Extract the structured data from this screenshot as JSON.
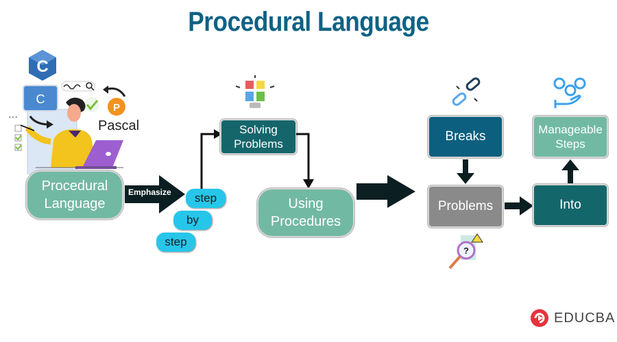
{
  "title": "Procedural Language",
  "illustration": {
    "cpp_logo": "C",
    "c_card": "C",
    "pascal_label": "Pascal"
  },
  "nodes": {
    "procedural_language": {
      "line1": "Procedural",
      "line2": "Language",
      "color": "#72b9a3"
    },
    "emphasize_arrow": "Emphasize",
    "step_pills": [
      "step",
      "by",
      "step"
    ],
    "solving_problems": {
      "line1": "Solving",
      "line2": "Problems",
      "color": "#15666b"
    },
    "using_procedures": {
      "line1": "Using",
      "line2": "Procedures",
      "color": "#72b9a3"
    },
    "breaks": {
      "label": "Breaks",
      "color": "#0c5f7e"
    },
    "problems": {
      "label": "Problems",
      "color": "#8a8a8a"
    },
    "into": {
      "label": "Into",
      "color": "#13676b"
    },
    "manageable_steps": {
      "line1": "Manageable",
      "line2": "Steps",
      "color": "#72b9a3"
    }
  },
  "colors": {
    "title": "#0e6284",
    "arrow": "#0b1f22",
    "pill": "#26c6ea"
  },
  "brand": {
    "name": "EDUCBA",
    "color": "#e8323c"
  }
}
